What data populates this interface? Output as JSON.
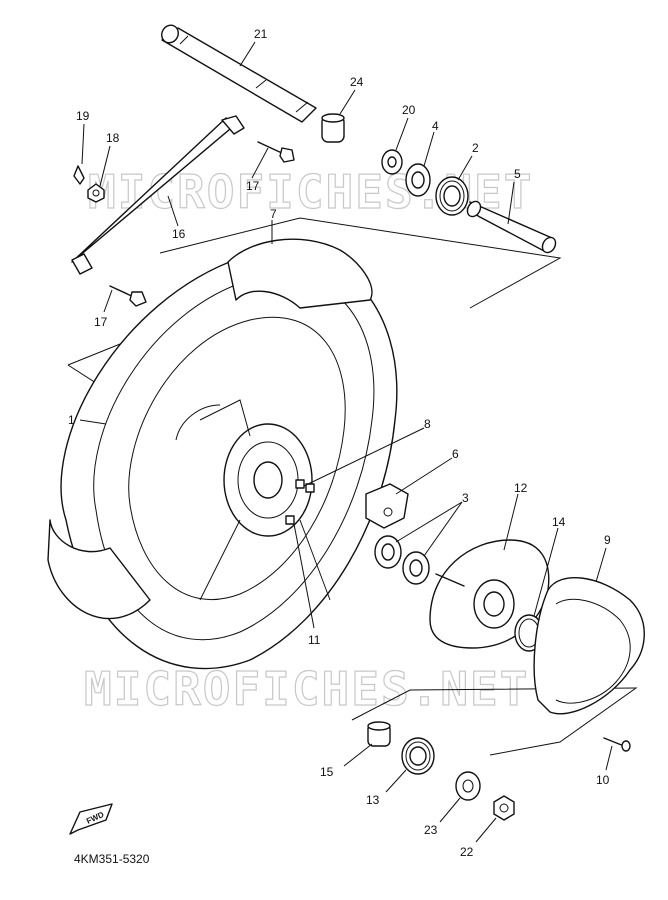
{
  "diagram_code": "4KM351-5320",
  "watermark": "MICROFICHES.NET",
  "fwd_label": "FWD",
  "callouts": [
    "21",
    "24",
    "20",
    "4",
    "2",
    "5",
    "19",
    "18",
    "17",
    "16",
    "7",
    "17",
    "1",
    "8",
    "6",
    "3",
    "12",
    "14",
    "9",
    "11",
    "15",
    "13",
    "23",
    "22",
    "10"
  ]
}
